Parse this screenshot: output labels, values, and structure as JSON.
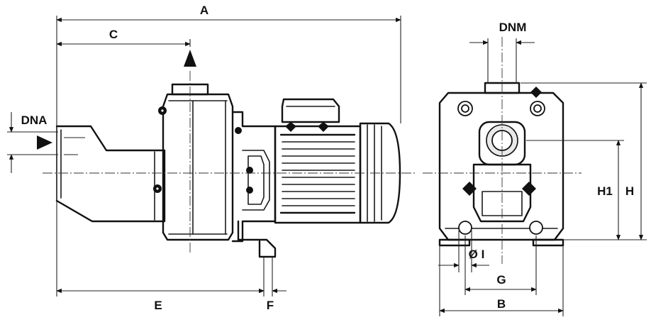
{
  "labels": {
    "a": "A",
    "c": "C",
    "dna": "DNA",
    "dnm": "DNM",
    "e": "E",
    "f": "F",
    "h1": "H1",
    "h": "H",
    "i": "Ø I",
    "g": "G",
    "b": "B"
  },
  "icons": {
    "outlet_arrow": "arrow-up-icon",
    "inlet_arrow": "arrow-right-icon"
  }
}
